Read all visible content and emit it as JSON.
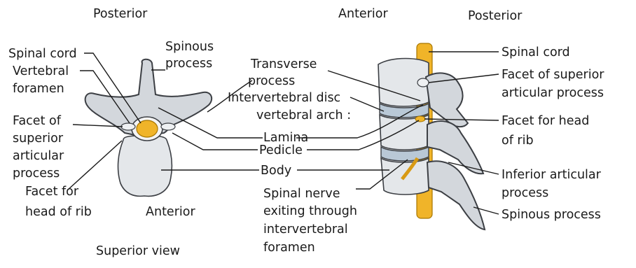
{
  "superior": {
    "orientation_top": "Posterior",
    "orientation_bottom": "Anterior",
    "view_caption": "Superior view",
    "labels": {
      "spinal_cord": "Spinal cord",
      "vertebral_foramen_1": "Vertebral",
      "vertebral_foramen_2": "foramen",
      "facet_superior_1": "Facet of",
      "facet_superior_2": "superior",
      "facet_superior_3": "articular",
      "facet_superior_4": "process",
      "facet_head_rib_1": "Facet for",
      "facet_head_rib_2": "head of rib",
      "spinous_process_1": "Spinous",
      "spinous_process_2": "process"
    }
  },
  "center": {
    "transverse_process_1": "Transverse",
    "transverse_process_2": "process",
    "intervertebral_disc": "Intervertebral disc",
    "vertebral_arch": "vertebral arch :",
    "lamina": "Lamina",
    "pedicle": "Pedicle",
    "body": "Body",
    "spinal_nerve_1": "Spinal nerve",
    "spinal_nerve_2": "exiting through",
    "spinal_nerve_3": "intervertebral",
    "spinal_nerve_4": "foramen"
  },
  "lateral": {
    "orientation_left": "Anterior",
    "orientation_right": "Posterior",
    "labels": {
      "spinal_cord": "Spinal cord",
      "facet_superior_1": "Facet of superior",
      "facet_superior_2": "articular process",
      "facet_head_rib_1": "Facet for head",
      "facet_head_rib_2": "of rib",
      "inferior_articular_1": "Inferior articular",
      "inferior_articular_2": "process",
      "spinous_process": "Spinous process"
    }
  },
  "colors": {
    "bone": "#d3d7dc",
    "spinal_cord": "#f0b429",
    "disc": "#b9c8d6",
    "leader_line": "#1a1a1a"
  }
}
